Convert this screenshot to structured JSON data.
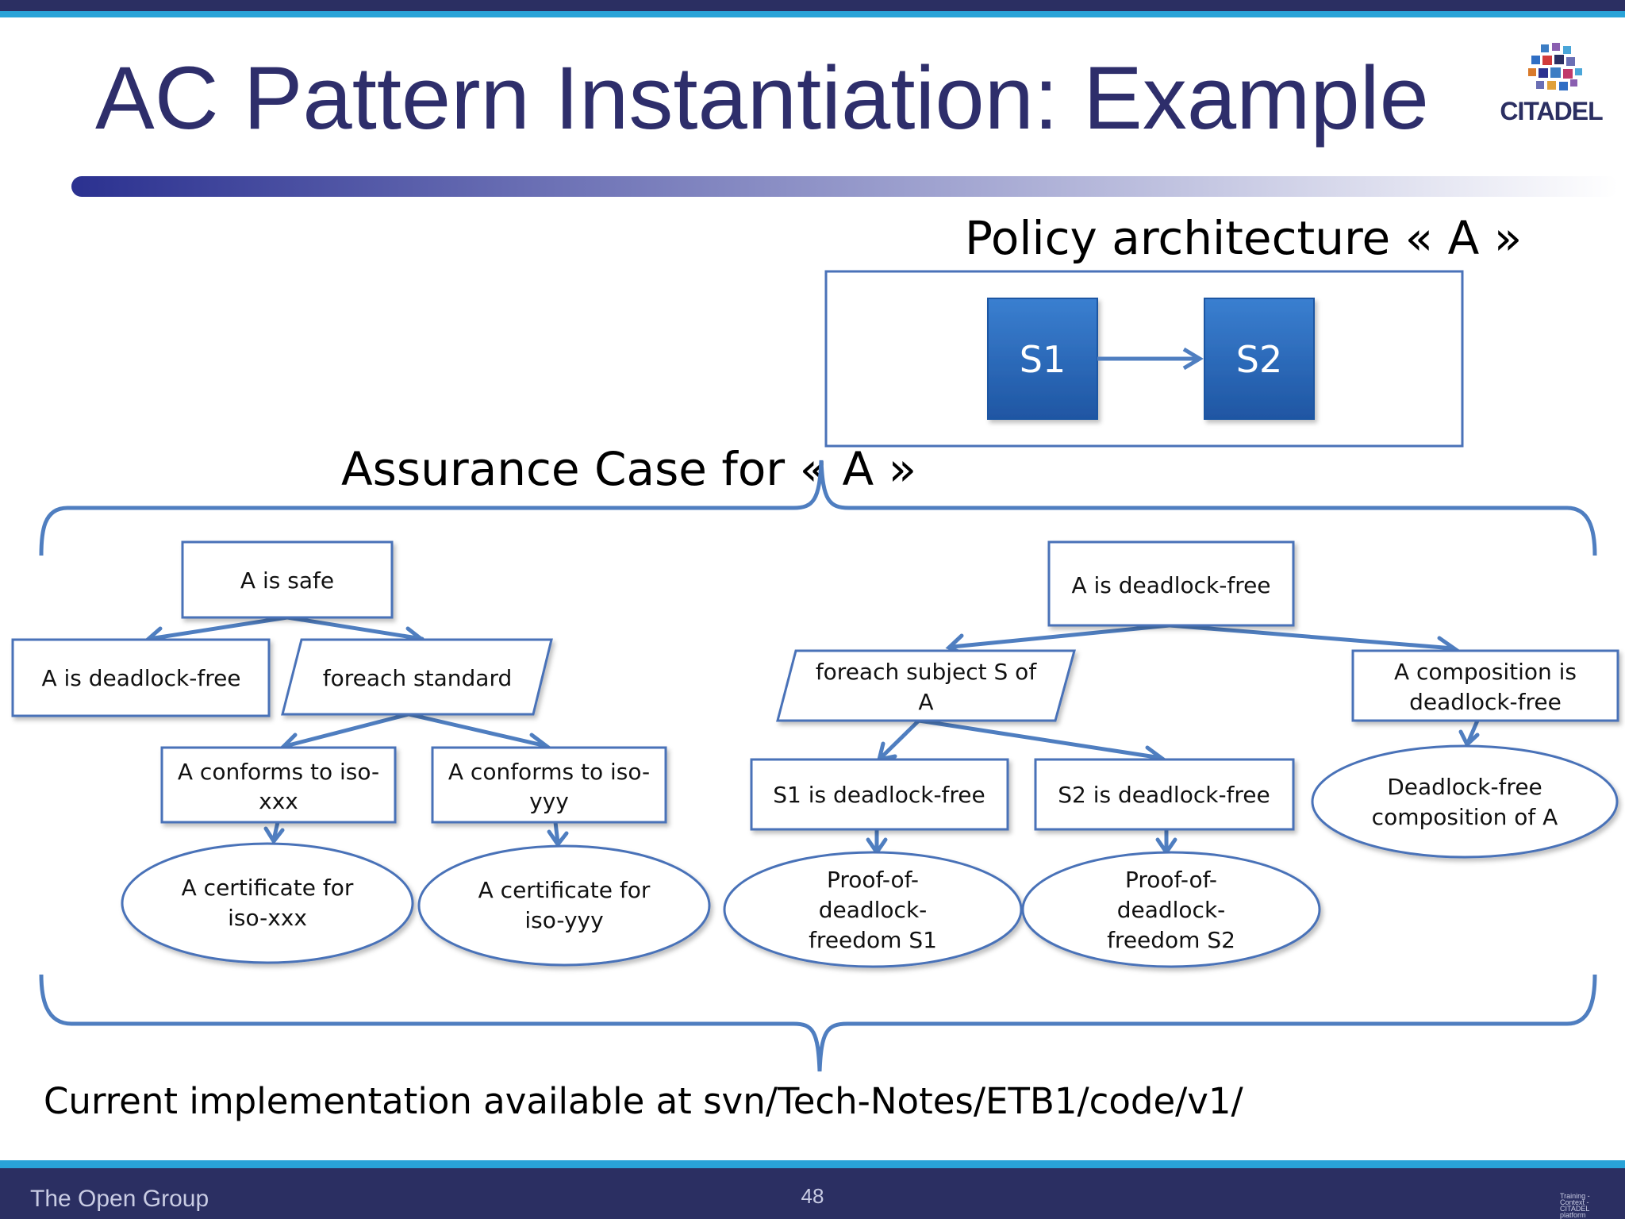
{
  "slide": {
    "title": "AC Pattern Instantiation: Example",
    "logo_text": "CITADEL",
    "policy_label": "Policy architecture « A »",
    "assurance_label": "Assurance Case for « A »",
    "implementation_note": "Current implementation available at svn/Tech-Notes/ETB1/code/v1/",
    "footer": {
      "org": "The Open Group",
      "page": "48",
      "corner_lines": [
        "Training -",
        "Context -",
        "CITADEL",
        "platform"
      ]
    }
  },
  "policy": {
    "s1": "S1",
    "s2": "S2"
  },
  "tree": {
    "a_is_safe": "A is safe",
    "a_deadlock_free_left": "A is deadlock-free",
    "foreach_standard": "foreach standard",
    "conforms_xxx": [
      "A conforms to iso-",
      "xxx"
    ],
    "conforms_yyy": [
      "A conforms to iso-",
      "yyy"
    ],
    "cert_xxx": [
      "A certificate for",
      "iso-xxx"
    ],
    "cert_yyy": [
      "A certificate for",
      "iso-yyy"
    ],
    "a_deadlock_free_right": "A is deadlock-free",
    "foreach_subject": [
      "foreach subject S of",
      "A"
    ],
    "composition": [
      "A composition is",
      "deadlock-free"
    ],
    "s1_deadlock_free": "S1 is deadlock-free",
    "s2_deadlock_free": "S2 is deadlock-free",
    "proof_s1": [
      "Proof-of-",
      "deadlock-",
      "freedom S1"
    ],
    "proof_s2": [
      "Proof-of-",
      "deadlock-",
      "freedom S2"
    ],
    "deadlock_free_composition": [
      "Deadlock-free",
      "composition  of A"
    ]
  },
  "colors": {
    "title": "#2e2e6b",
    "node_border": "#4a72b8",
    "arrow": "#4f7ec0",
    "block_fill": "#2f6ec4",
    "band_dark": "#2b2f62",
    "band_light": "#29a3d8"
  }
}
